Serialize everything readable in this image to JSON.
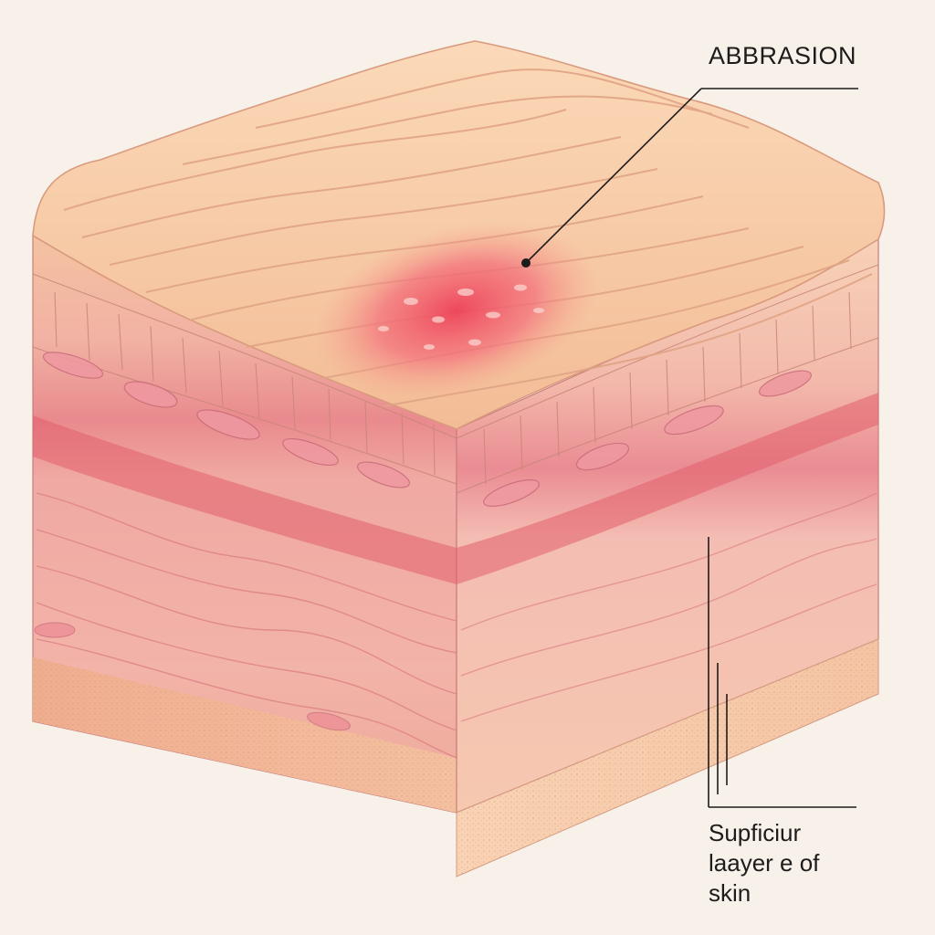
{
  "labels": {
    "abrasion": "ABBRASION",
    "skin_line1": "Supficiur",
    "skin_line2": "laayer e of",
    "skin_line3": "skin"
  },
  "colors": {
    "background": "#f7f1ea",
    "epidermis_top": "#f6c9a4",
    "epidermis_ridge": "#e9a982",
    "abrasion_red": "#ef4f5f",
    "dermis_pink": "#f2a7a2",
    "dermis_band": "#e0606c",
    "subcutis": "#f0b89a",
    "leader_line": "#1e1b1b"
  }
}
